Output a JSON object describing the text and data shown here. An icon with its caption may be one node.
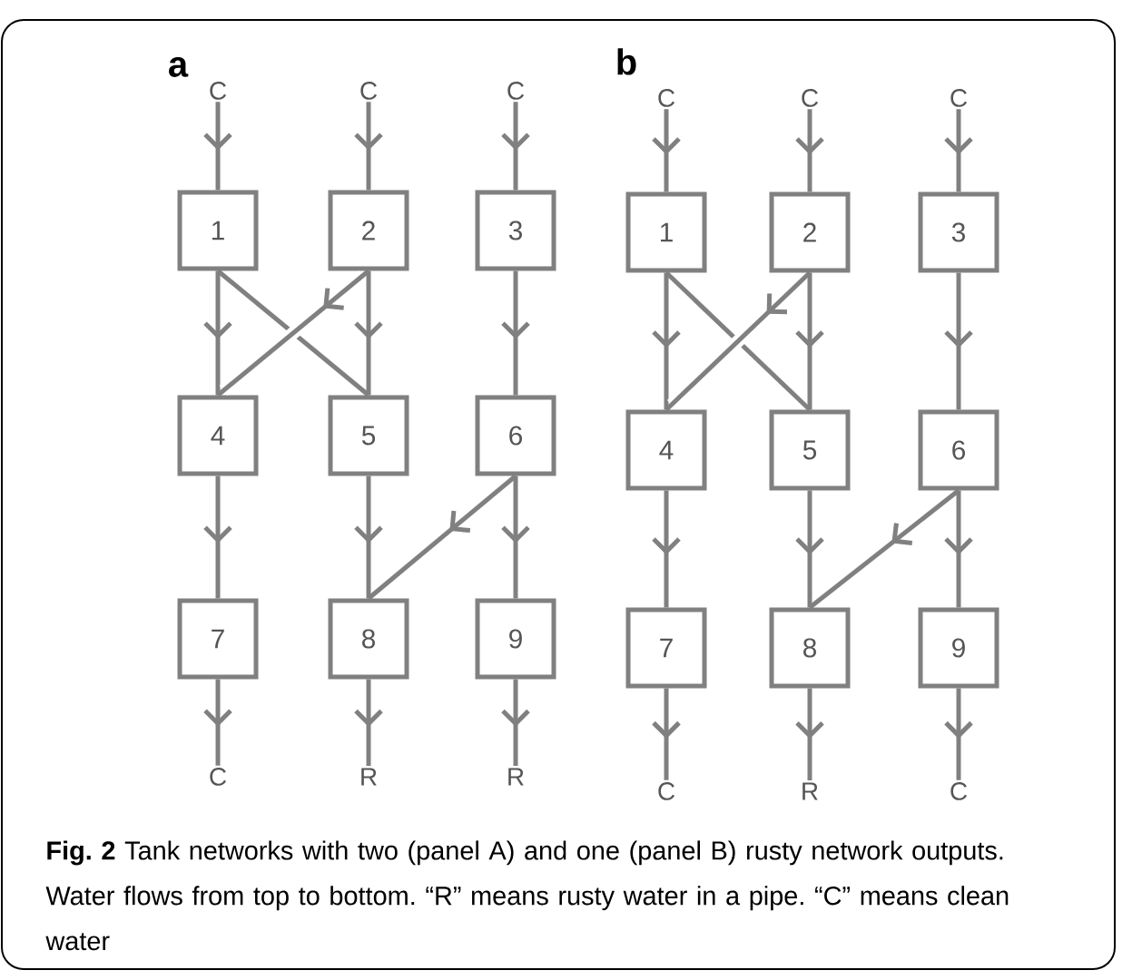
{
  "diagram": {
    "caption": "**Fig. 2** Tank networks with two (panel A) and one (panel B) rusty network outputs. Water flows from top to bottom. “R” means rusty water in a pipe. “C” means clean water",
    "nodes": [
      {
        "text": [
          "C"
        ]
      },
      {
        "text": [
          "C"
        ]
      },
      {
        "text": [
          "C"
        ]
      },
      {
        "text": [
          "1"
        ]
      },
      {
        "text": [
          "2"
        ]
      },
      {
        "text": [
          "3"
        ]
      },
      {
        "text": [
          "4"
        ]
      },
      {
        "text": [
          "5"
        ]
      },
      {
        "text": [
          "6"
        ]
      },
      {
        "text": [
          "7"
        ]
      },
      {
        "text": [
          "8"
        ]
      },
      {
        "text": [
          "9"
        ]
      },
      {
        "text": [
          "C"
        ]
      },
      {
        "text": [
          "R"
        ]
      },
      {
        "text": [
          "R"
        ]
      },
      {
        "text": [
          "C"
        ]
      },
      {
        "text": [
          "C"
        ]
      },
      {
        "text": [
          "C"
        ]
      },
      {
        "text": [
          "1"
        ]
      },
      {
        "text": [
          "2"
        ]
      },
      {
        "text": [
          "3"
        ]
      },
      {
        "text": [
          "4"
        ]
      },
      {
        "text": [
          "5"
        ]
      },
      {
        "text": [
          "6"
        ]
      },
      {
        "text": [
          "7"
        ]
      },
      {
        "text": [
          "8"
        ]
      },
      {
        "text": [
          "9"
        ]
      },
      {
        "text": [
          "C"
        ]
      },
      {
        "text": [
          "R"
        ]
      },
      {
        "text": [
          "C"
        ]
      }
    ],
    "edges": [
      {
        "from": 0,
        "to": 3,
        "arrow": "to"
      },
      {
        "from": 1,
        "to": 4,
        "arrow": "to"
      },
      {
        "from": 2,
        "to": 5,
        "arrow": "to"
      },
      {
        "from": 3,
        "to": 6,
        "arrow": "to"
      },
      {
        "from": 3,
        "to": 7,
        "arrow": "none"
      },
      {
        "from": 4,
        "to": 6,
        "arrow": "to"
      },
      {
        "from": 4,
        "to": 7,
        "arrow": "to"
      },
      {
        "from": 5,
        "to": 8,
        "arrow": "to"
      },
      {
        "from": 6,
        "to": 9,
        "arrow": "to"
      },
      {
        "from": 7,
        "to": 10,
        "arrow": "to"
      },
      {
        "from": 8,
        "to": 10,
        "arrow": "to"
      },
      {
        "from": 8,
        "to": 11,
        "arrow": "to"
      },
      {
        "from": 9,
        "to": 12,
        "arrow": "to"
      },
      {
        "from": 10,
        "to": 13,
        "arrow": "to"
      },
      {
        "from": 11,
        "to": 14,
        "arrow": "to"
      },
      {
        "from": 15,
        "to": 18,
        "arrow": "to"
      },
      {
        "from": 16,
        "to": 19,
        "arrow": "to"
      },
      {
        "from": 17,
        "to": 20,
        "arrow": "to"
      },
      {
        "from": 18,
        "to": 21,
        "arrow": "to"
      },
      {
        "from": 18,
        "to": 22,
        "arrow": "none"
      },
      {
        "from": 19,
        "to": 21,
        "arrow": "to"
      },
      {
        "from": 19,
        "to": 22,
        "arrow": "to"
      },
      {
        "from": 20,
        "to": 23,
        "arrow": "to"
      },
      {
        "from": 21,
        "to": 24,
        "arrow": "to"
      },
      {
        "from": 22,
        "to": 25,
        "arrow": "to"
      },
      {
        "from": 23,
        "to": 25,
        "arrow": "to"
      },
      {
        "from": 23,
        "to": 26,
        "arrow": "to"
      },
      {
        "from": 24,
        "to": 27,
        "arrow": "to"
      },
      {
        "from": 25,
        "to": 28,
        "arrow": "to"
      },
      {
        "from": 26,
        "to": 29,
        "arrow": "to"
      }
    ],
    "labels": [
      "a",
      "b"
    ]
  }
}
